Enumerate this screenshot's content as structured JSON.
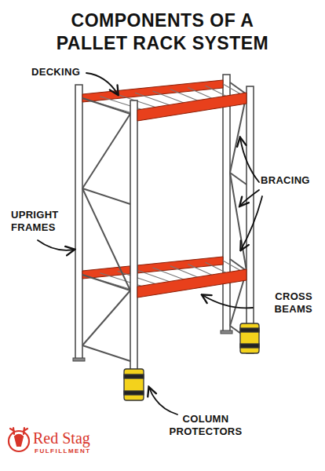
{
  "diagram": {
    "title": "COMPONENTS OF A PALLET RACK SYSTEM",
    "labels": [
      "DECKING",
      "BRACING",
      "UPRIGHT FRAMES",
      "CROSS BEAMS",
      "COLUMN PROTECTORS",
      "Red Stag",
      "FULFILLMENT"
    ]
  }
}
